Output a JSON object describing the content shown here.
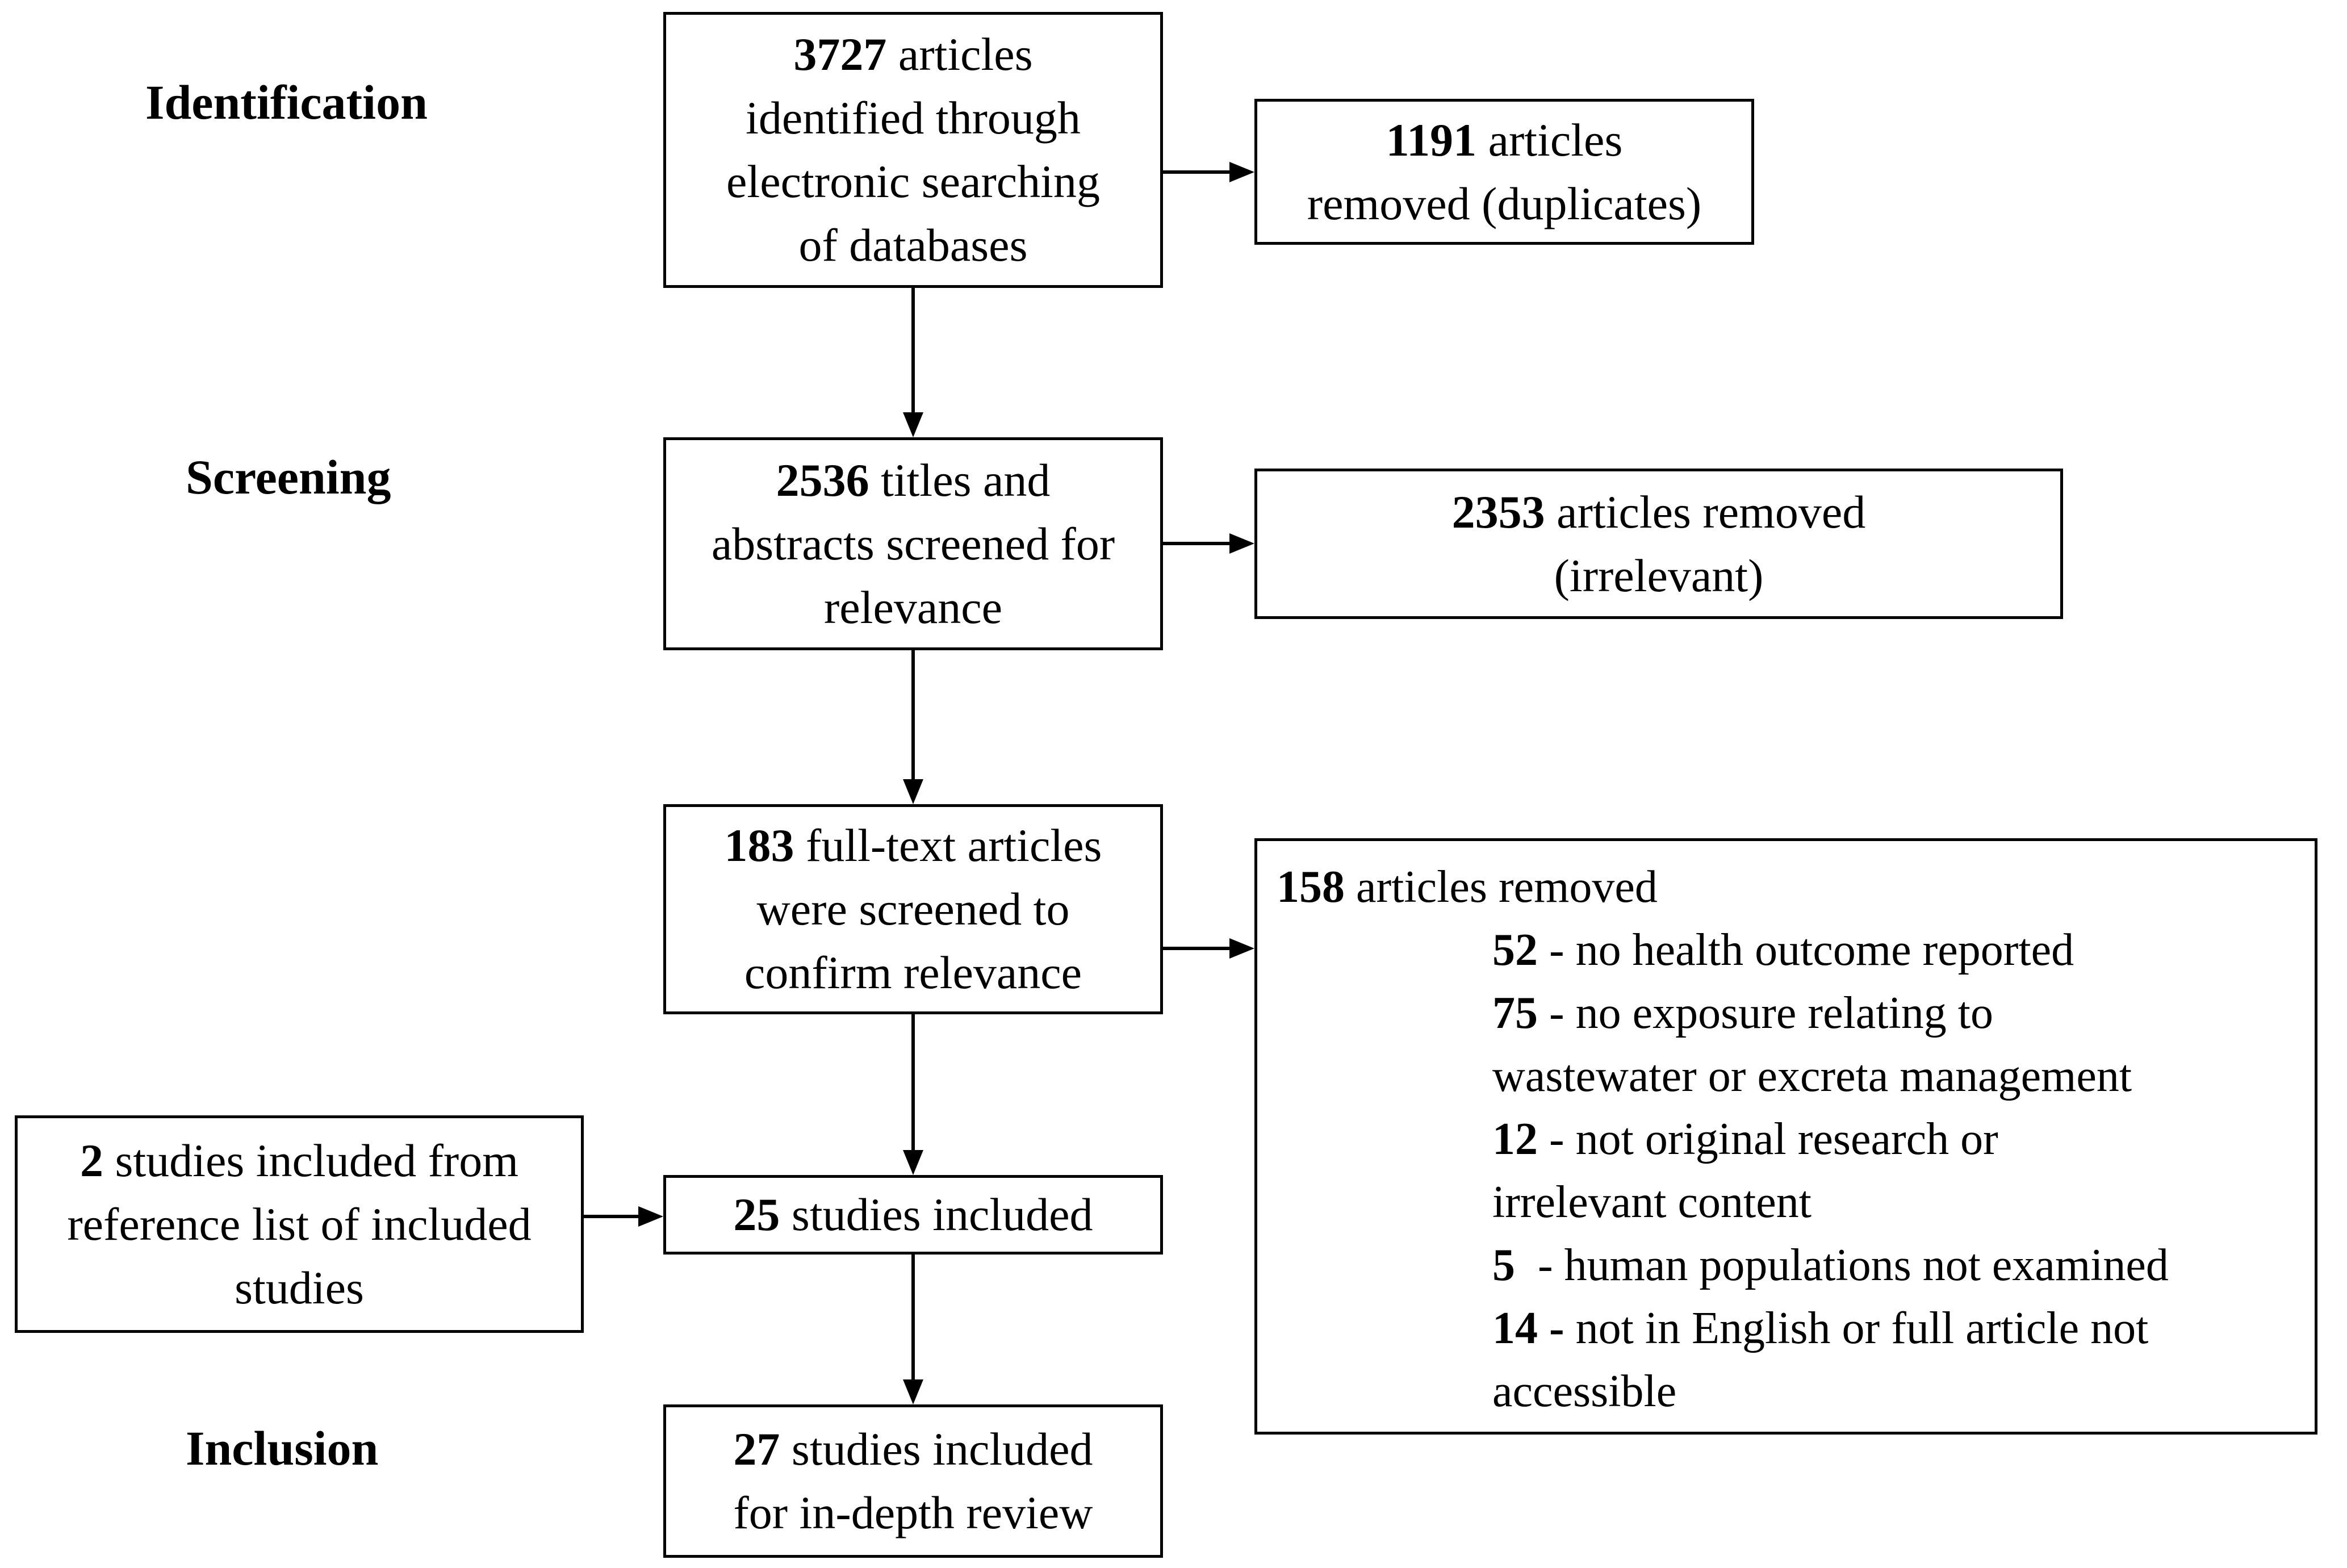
{
  "colors": {
    "background": "#ffffff",
    "border": "#000000",
    "text": "#000000"
  },
  "stage_labels": {
    "identification": "Identification",
    "screening": "Screening",
    "inclusion": "Inclusion"
  },
  "boxes": {
    "identified": {
      "lines": [
        {
          "segments": [
            {
              "b": true,
              "t": "3727"
            },
            {
              "t": " articles"
            }
          ]
        },
        {
          "segments": [
            {
              "t": "identified through"
            }
          ]
        },
        {
          "segments": [
            {
              "t": "electronic searching"
            }
          ]
        },
        {
          "segments": [
            {
              "t": "of databases"
            }
          ]
        }
      ]
    },
    "duplicates": {
      "lines": [
        {
          "segments": [
            {
              "b": true,
              "t": "1191"
            },
            {
              "t": " articles"
            }
          ]
        },
        {
          "segments": [
            {
              "t": "removed (duplicates)"
            }
          ]
        }
      ]
    },
    "screened": {
      "lines": [
        {
          "segments": [
            {
              "b": true,
              "t": "2536"
            },
            {
              "t": " titles and"
            }
          ]
        },
        {
          "segments": [
            {
              "t": "abstracts screened for"
            }
          ]
        },
        {
          "segments": [
            {
              "t": "relevance"
            }
          ]
        }
      ]
    },
    "irrelevant": {
      "lines": [
        {
          "segments": [
            {
              "b": true,
              "t": "2353"
            },
            {
              "t": " articles removed"
            }
          ]
        },
        {
          "segments": [
            {
              "t": "(irrelevant)"
            }
          ]
        }
      ]
    },
    "fulltext": {
      "lines": [
        {
          "segments": [
            {
              "b": true,
              "t": "183"
            },
            {
              "t": " full-text articles"
            }
          ]
        },
        {
          "segments": [
            {
              "t": "were screened to"
            }
          ]
        },
        {
          "segments": [
            {
              "t": "confirm relevance"
            }
          ]
        }
      ]
    },
    "removed158": {
      "lines": [
        {
          "indent": 0,
          "segments": [
            {
              "b": true,
              "t": "158"
            },
            {
              "t": " articles removed"
            }
          ]
        },
        {
          "indent": 1,
          "segments": [
            {
              "b": true,
              "t": "52"
            },
            {
              "t": " - no health outcome reported"
            }
          ]
        },
        {
          "indent": 1,
          "segments": [
            {
              "b": true,
              "t": "75"
            },
            {
              "t": " - no exposure relating to"
            }
          ]
        },
        {
          "indent": 1,
          "segments": [
            {
              "t": "wastewater or excreta management"
            }
          ]
        },
        {
          "indent": 1,
          "segments": [
            {
              "b": true,
              "t": "12"
            },
            {
              "t": " - not original research or"
            }
          ]
        },
        {
          "indent": 1,
          "segments": [
            {
              "t": "irrelevant content"
            }
          ]
        },
        {
          "indent": 1,
          "segments": [
            {
              "b": true,
              "t": "5"
            },
            {
              "t": "  - human populations not examined"
            }
          ]
        },
        {
          "indent": 1,
          "segments": [
            {
              "b": true,
              "t": "14 -"
            },
            {
              "t": " not in English or full article not"
            }
          ]
        },
        {
          "indent": 1,
          "segments": [
            {
              "t": "accessible"
            }
          ]
        }
      ]
    },
    "reference": {
      "lines": [
        {
          "segments": [
            {
              "b": true,
              "t": "2"
            },
            {
              "t": " studies included from"
            }
          ]
        },
        {
          "segments": [
            {
              "t": "reference list of included"
            }
          ]
        },
        {
          "segments": [
            {
              "t": "studies"
            }
          ]
        }
      ]
    },
    "included25": {
      "lines": [
        {
          "segments": [
            {
              "b": true,
              "t": "25"
            },
            {
              "t": " studies included"
            }
          ]
        }
      ]
    },
    "included27": {
      "lines": [
        {
          "segments": [
            {
              "b": true,
              "t": "27"
            },
            {
              "t": " studies included"
            }
          ]
        },
        {
          "segments": [
            {
              "t": "for in-depth review"
            }
          ]
        }
      ]
    }
  }
}
